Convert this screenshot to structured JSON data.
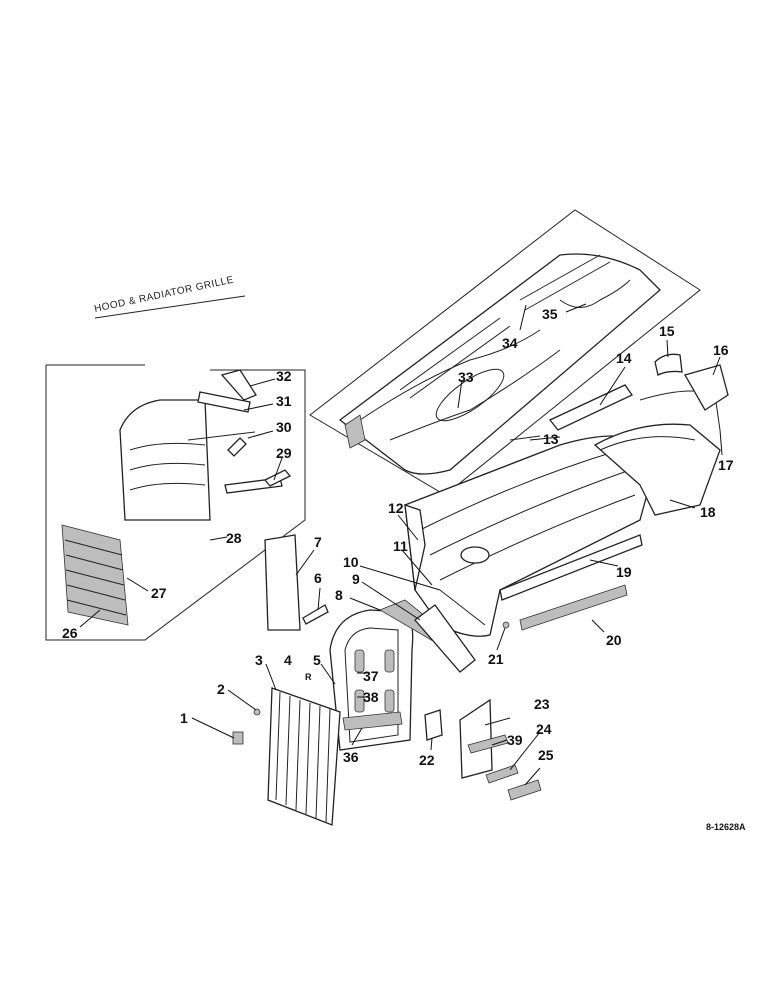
{
  "diagram": {
    "inset_caption": "HOOD & RADIATOR GRILLE",
    "drawing_number": "8-12628A",
    "labels": {
      "p1": "1",
      "p2": "2",
      "p3": "3",
      "p4": "4",
      "p5": "5",
      "p6": "6",
      "p7": "7",
      "p8": "8",
      "p9": "9",
      "p10": "10",
      "p11": "11",
      "p12": "12",
      "p13": "13",
      "p14": "14",
      "p15": "15",
      "p16": "16",
      "p17": "17",
      "p18": "18",
      "p19": "19",
      "p20": "20",
      "p21": "21",
      "p22": "22",
      "p23": "23",
      "p24": "24",
      "p25": "25",
      "p26": "26",
      "p27": "27",
      "p28": "28",
      "p29": "29",
      "p30": "30",
      "p31": "31",
      "p32": "32",
      "p33": "33",
      "p34": "34",
      "p35": "35",
      "p36": "36",
      "p37": "37",
      "p38": "38",
      "p39": "39",
      "r_mark": "R"
    }
  }
}
